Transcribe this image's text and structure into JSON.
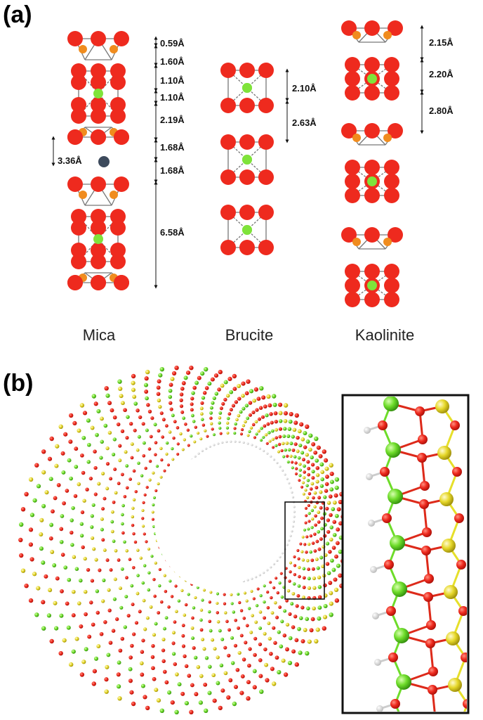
{
  "panels": {
    "a_label": "(a)",
    "b_label": "(b)"
  },
  "minerals": {
    "mica": {
      "name": "Mica",
      "spacings": [
        "0.59Å",
        "1.60Å",
        "1.10Å",
        "1.10Å",
        "2.19Å",
        "1.68Å",
        "1.68Å",
        "6.58Å"
      ],
      "interlayer": "3.36Å"
    },
    "brucite": {
      "name": "Brucite",
      "spacings": [
        "2.10Å",
        "2.63Å"
      ]
    },
    "kaolinite": {
      "name": "Kaolinite",
      "spacings": [
        "2.15Å",
        "2.20Å",
        "2.80Å"
      ]
    }
  },
  "colors": {
    "oxygen": "#ee2a1e",
    "silicon": "#f08c1e",
    "magnesium": "#7fe33a",
    "potassium": "#3d4a5c",
    "hydrogen": "#f4f4f4",
    "bond": "#777777",
    "nanotube_green": "#6edc2a",
    "nanotube_yellow": "#e6df2a",
    "nanotube_red": "#dd2a1a"
  }
}
